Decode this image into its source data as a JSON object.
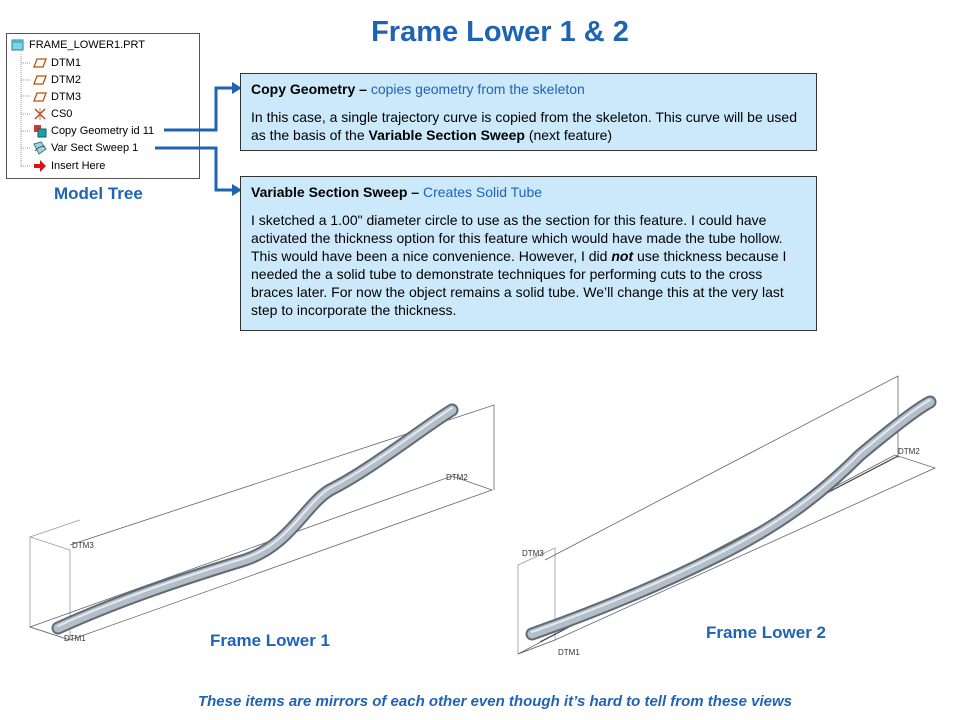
{
  "title": "Frame Lower 1 & 2",
  "model_tree": {
    "caption": "Model Tree",
    "items": [
      {
        "label": "FRAME_LOWER1.PRT",
        "icon": "part-icon"
      },
      {
        "label": "DTM1",
        "icon": "datum-plane-icon"
      },
      {
        "label": "DTM2",
        "icon": "datum-plane-icon"
      },
      {
        "label": "DTM3",
        "icon": "datum-plane-icon"
      },
      {
        "label": "CS0",
        "icon": "coordinate-system-icon"
      },
      {
        "label": "Copy Geometry id 11",
        "icon": "copy-geometry-icon"
      },
      {
        "label": "Var Sect Sweep 1",
        "icon": "sweep-icon"
      },
      {
        "label": "Insert Here",
        "icon": "insert-arrow-icon"
      }
    ]
  },
  "callout_copy": {
    "heading_bold": "Copy Geometry –",
    "heading_rest": " copies geometry from the skeleton",
    "body_pre": "In this case, a single trajectory curve is copied from the skeleton. This curve will be used as the basis of the ",
    "body_bold": "Variable Section Sweep",
    "body_post": " (next feature)"
  },
  "callout_sweep": {
    "heading_bold": "Variable Section Sweep –",
    "heading_rest": " Creates Solid Tube",
    "body_pre": "I sketched a 1.00\" diameter circle to use as the section for this feature. I could have activated the thickness option for this feature which would have made the tube hollow. This would have been a nice convenience. However, I did ",
    "body_em": "not",
    "body_post": " use thickness because I needed the a solid tube to demonstrate techniques for performing cuts to the cross braces later. For now the object remains a solid tube. We’ll change this at the very last step to incorporate the thickness."
  },
  "views": {
    "left_caption": "Frame Lower 1",
    "right_caption": "Frame Lower 2",
    "datum_labels": {
      "dtm1": "DTM1",
      "dtm2": "DTM2",
      "dtm3": "DTM3"
    }
  },
  "footer": "These items are mirrors of each other even though it’s hard to tell from these views",
  "colors": {
    "title_blue": "#1f63b5",
    "callout_bg": "#cce9fb",
    "arrow_blue": "#1f63b5",
    "tube": "#aab6c0"
  }
}
